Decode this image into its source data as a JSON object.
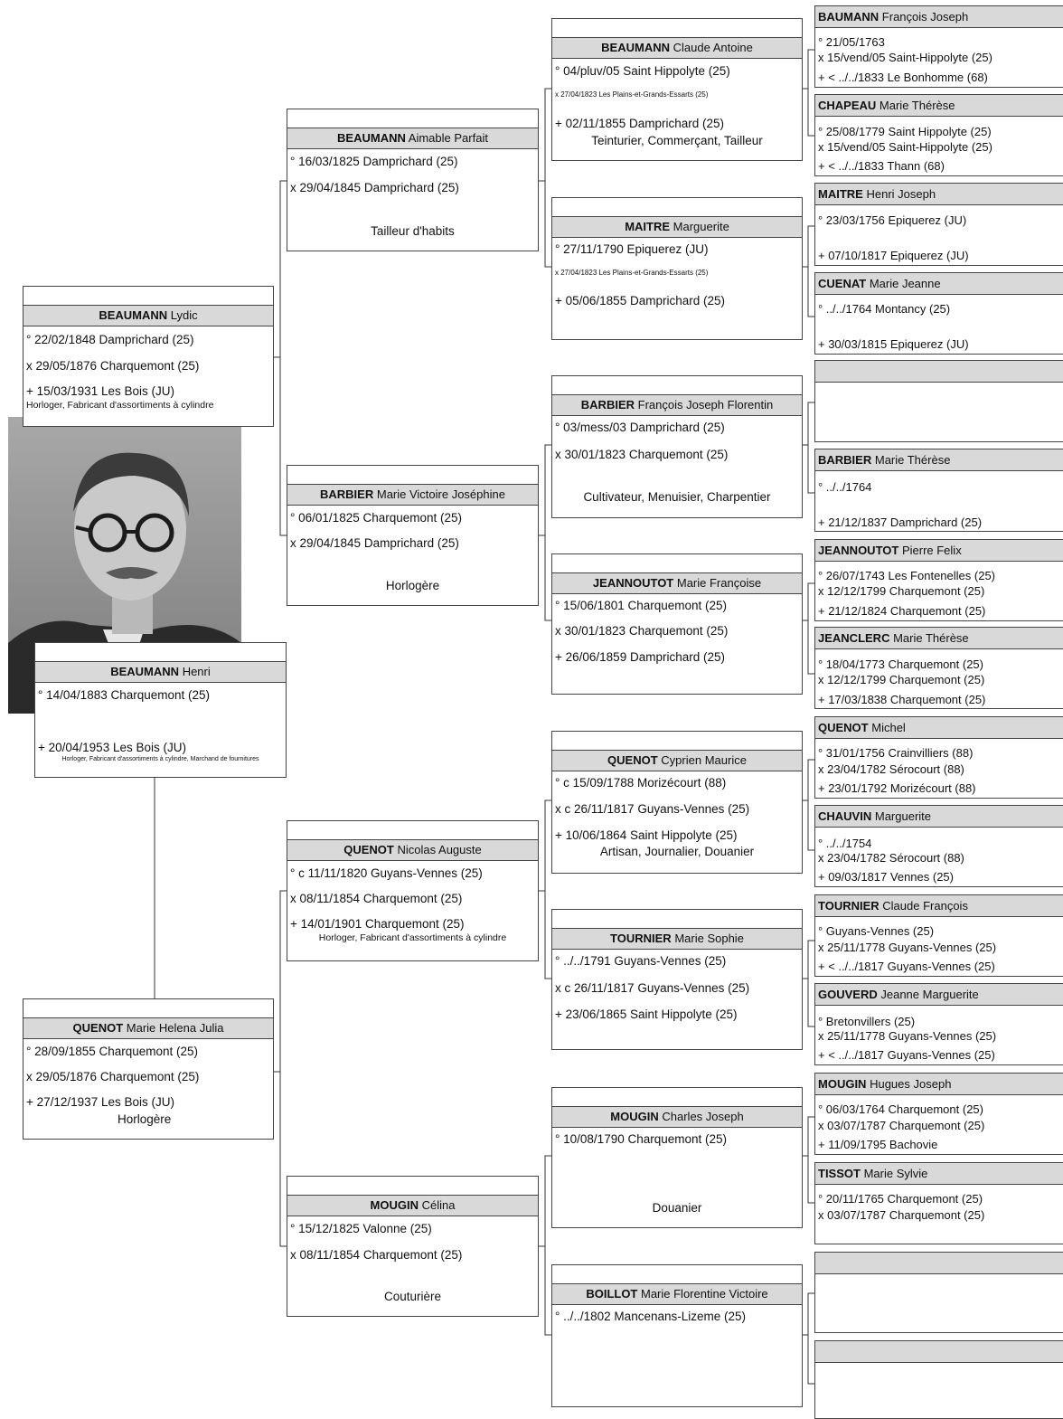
{
  "gen1": {
    "lydic": {
      "surname": "BEAUMANN",
      "given": "Lydic",
      "birth": "° 22/02/1848 Damprichard (25)",
      "marriage": "x 29/05/1876 Charquemont (25)",
      "death": "+ 15/03/1931 Les Bois (JU)",
      "occupation": "Horloger, Fabricant d'assortiments à cylindre"
    },
    "henri": {
      "surname": "BEAUMANN",
      "given": "Henri",
      "birth": "° 14/04/1883 Charquemont (25)",
      "death": "+ 20/04/1953 Les Bois (JU)",
      "occupation": "Horloger, Fabricant d'assortiments à cylindre, Marchand de fournitures"
    },
    "marie_helena": {
      "surname": "QUENOT",
      "given": "Marie Helena Julia",
      "birth": "° 28/09/1855 Charquemont (25)",
      "marriage": "x 29/05/1876 Charquemont (25)",
      "death": "+ 27/12/1937 Les Bois (JU)",
      "occupation": "Horlogère"
    }
  },
  "gen2": {
    "aimable": {
      "surname": "BEAUMANN",
      "given": "Aimable Parfait",
      "birth": "° 16/03/1825 Damprichard (25)",
      "marriage": "x 29/04/1845 Damprichard (25)",
      "occupation": "Tailleur d'habits"
    },
    "marie_victoire": {
      "surname": "BARBIER",
      "given": "Marie Victoire Joséphine",
      "birth": "° 06/01/1825 Charquemont (25)",
      "marriage": "x 29/04/1845 Damprichard (25)",
      "occupation": "Horlogère"
    },
    "nicolas": {
      "surname": "QUENOT",
      "given": "Nicolas Auguste",
      "birth": "° c 11/11/1820 Guyans-Vennes (25)",
      "marriage": "x 08/11/1854 Charquemont (25)",
      "death": "+ 14/01/1901 Charquemont (25)",
      "occupation": "Horloger, Fabricant d'assortiments à cylindre"
    },
    "celina": {
      "surname": "MOUGIN",
      "given": "Célina",
      "birth": "° 15/12/1825 Valonne (25)",
      "marriage": "x 08/11/1854 Charquemont (25)",
      "occupation": "Couturière"
    }
  },
  "gen3": {
    "claude_antoine": {
      "surname": "BEAUMANN",
      "given": "Claude Antoine",
      "birth": "° 04/pluv/05 Saint Hippolyte (25)",
      "marriage": "x 27/04/1823 Les Plains-et-Grands-Essarts (25)",
      "death": "+ 02/11/1855 Damprichard (25)",
      "occupation": "Teinturier, Commerçant, Tailleur"
    },
    "marguerite": {
      "surname": "MAITRE",
      "given": "Marguerite",
      "birth": "° 27/11/1790 Epiquerez (JU)",
      "marriage": "x 27/04/1823 Les Plains-et-Grands-Essarts (25)",
      "death": "+ 05/06/1855 Damprichard (25)"
    },
    "francois_florentin": {
      "surname": "BARBIER",
      "given": "François Joseph Florentin",
      "birth": "° 03/mess/03 Damprichard (25)",
      "marriage": "x 30/01/1823 Charquemont (25)",
      "occupation": "Cultivateur, Menuisier, Charpentier"
    },
    "marie_francoise": {
      "surname": "JEANNOUTOT",
      "given": "Marie Françoise",
      "birth": "° 15/06/1801 Charquemont (25)",
      "marriage": "x 30/01/1823 Charquemont (25)",
      "death": "+ 26/06/1859 Damprichard (25)"
    },
    "cyprien": {
      "surname": "QUENOT",
      "given": "Cyprien Maurice",
      "birth": "° c 15/09/1788 Morizécourt (88)",
      "marriage": "x c 26/11/1817 Guyans-Vennes (25)",
      "death": "+ 10/06/1864 Saint Hippolyte (25)",
      "occupation": "Artisan, Journalier, Douanier"
    },
    "marie_sophie": {
      "surname": "TOURNIER",
      "given": "Marie Sophie",
      "birth": "° ../../1791 Guyans-Vennes (25)",
      "marriage": "x c 26/11/1817 Guyans-Vennes (25)",
      "death": "+ 23/06/1865 Saint Hippolyte (25)"
    },
    "charles": {
      "surname": "MOUGIN",
      "given": "Charles Joseph",
      "birth": "° 10/08/1790 Charquemont (25)",
      "occupation": "Douanier"
    },
    "florentine": {
      "surname": "BOILLOT",
      "given": "Marie Florentine Victoire",
      "birth": "° ../../1802 Mancenans-Lizeme (25)"
    }
  },
  "gen4": {
    "francois_joseph": {
      "surname": "BAUMANN",
      "given": "François Joseph",
      "l1": "° 21/05/1763",
      "l2": "x 15/vend/05 Saint-Hippolyte (25)",
      "l3": "+ < ../../1833 Le Bonhomme (68)"
    },
    "chapeau": {
      "surname": "CHAPEAU",
      "given": "Marie Thérèse",
      "l1": "° 25/08/1779 Saint Hippolyte (25)",
      "l2": "x 15/vend/05 Saint-Hippolyte (25)",
      "l3": "+ < ../../1833 Thann (68)"
    },
    "henri_joseph": {
      "surname": "MAITRE",
      "given": "Henri Joseph",
      "l1": "° 23/03/1756 Epiquerez (JU)",
      "l3": "+ 07/10/1817 Epiquerez (JU)"
    },
    "cuenat": {
      "surname": "CUENAT",
      "given": "Marie Jeanne",
      "l1": "° ../../1764 Montancy (25)",
      "l3": "+ 30/03/1815 Epiquerez (JU)"
    },
    "barbier_mt": {
      "surname": "BARBIER",
      "given": "Marie Thérèse",
      "l1": "° ../../1764",
      "l3": "+ 21/12/1837 Damprichard (25)"
    },
    "pierre_felix": {
      "surname": "JEANNOUTOT",
      "given": "Pierre Felix",
      "l1": "° 26/07/1743 Les Fontenelles (25)",
      "l2": "x 12/12/1799 Charquemont (25)",
      "l3": "+ 21/12/1824 Charquemont (25)"
    },
    "jeanclerc": {
      "surname": "JEANCLERC",
      "given": "Marie Thérèse",
      "l1": "° 18/04/1773 Charquemont (25)",
      "l2": "x 12/12/1799 Charquemont (25)",
      "l3": "+ 17/03/1838 Charquemont (25)"
    },
    "michel": {
      "surname": "QUENOT",
      "given": "Michel",
      "l1": "° 31/01/1756 Crainvilliers (88)",
      "l2": "x 23/04/1782 Sérocourt (88)",
      "l3": "+ 23/01/1792 Morizécourt (88)"
    },
    "chauvin": {
      "surname": "CHAUVIN",
      "given": "Marguerite",
      "l1": "° ../../1754",
      "l2": "x 23/04/1782 Sérocourt (88)",
      "l3": "+ 09/03/1817 Vennes (25)"
    },
    "claude_francois": {
      "surname": "TOURNIER",
      "given": "Claude François",
      "l1": "° Guyans-Vennes (25)",
      "l2": "x 25/11/1778 Guyans-Vennes (25)",
      "l3": "+ < ../../1817 Guyans-Vennes (25)"
    },
    "gouverd": {
      "surname": "GOUVERD",
      "given": "Jeanne Marguerite",
      "l1": "° Bretonvillers (25)",
      "l2": "x 25/11/1778 Guyans-Vennes (25)",
      "l3": "+ < ../../1817 Guyans-Vennes (25)"
    },
    "hugues": {
      "surname": "MOUGIN",
      "given": "Hugues Joseph",
      "l1": "° 06/03/1764 Charquemont (25)",
      "l2": "x 03/07/1787 Charquemont (25)",
      "l3": "+ 11/09/1795 Bachovie"
    },
    "tissot": {
      "surname": "TISSOT",
      "given": "Marie Sylvie",
      "l1": "° 20/11/1765 Charquemont (25)",
      "l2": "x 03/07/1787 Charquemont (25)"
    }
  }
}
